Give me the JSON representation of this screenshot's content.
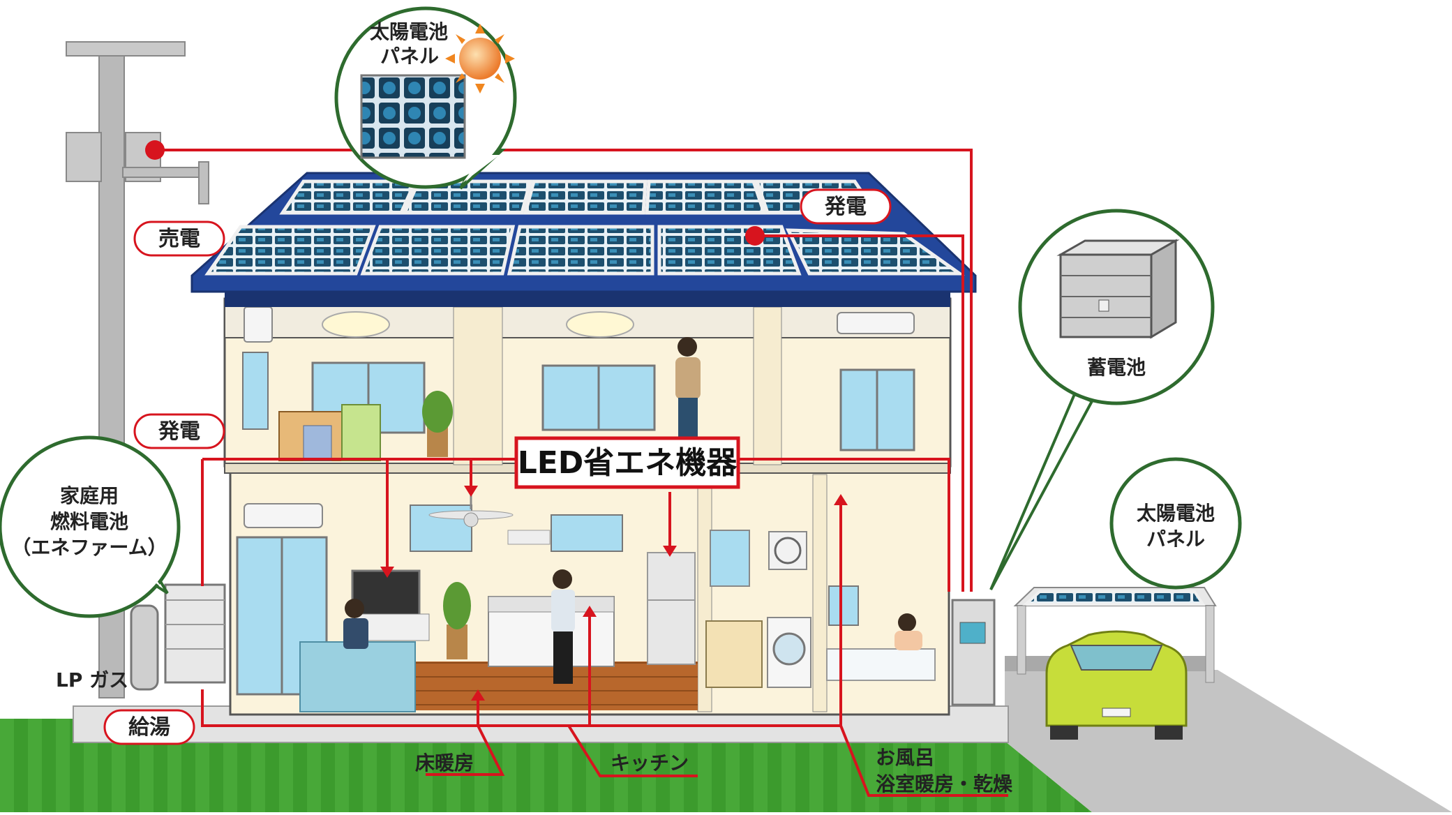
{
  "labels": {
    "solar_bubble_line1": "太陽電池",
    "solar_bubble_line2": "パネル",
    "sell_power": "売電",
    "generation_roof": "発電",
    "generation_left": "発電",
    "fuel_cell_line1": "家庭用",
    "fuel_cell_line2": "燃料電池",
    "fuel_cell_line3": "（エネファーム）",
    "battery": "蓄電池",
    "carport_solar_line1": "太陽電池",
    "carport_solar_line2": "パネル",
    "led": "LED省エネ機器",
    "lp_gas": "LP ガス",
    "hot_water": "給湯",
    "floor_heating": "床暖房",
    "kitchen": "キッチン",
    "bath_line1": "お風呂",
    "bath_line2": "浴室暖房・乾燥"
  },
  "colors": {
    "line_red": "#d7141e",
    "bubble_green": "#2e6b2e",
    "roof_blue": "#23479b",
    "grass_green": "#3b9a2c",
    "wall_cream": "#fbf3dc",
    "panel_blue": "#1f5a7a"
  }
}
